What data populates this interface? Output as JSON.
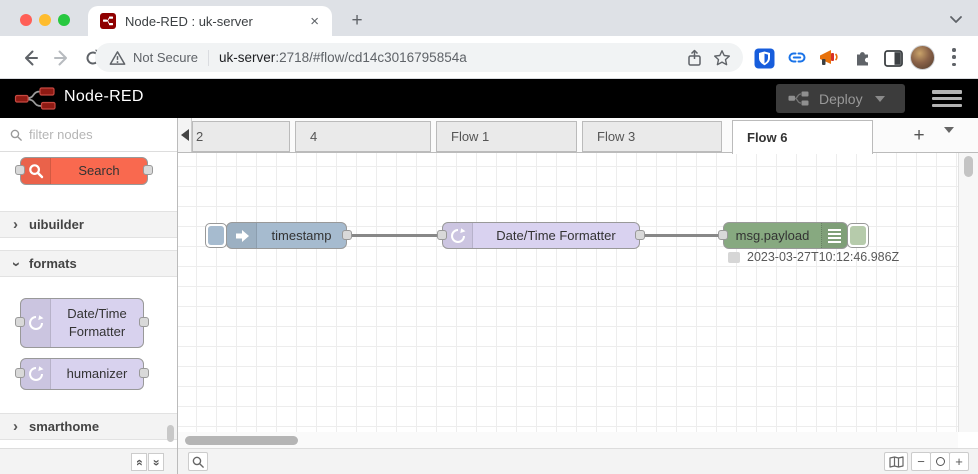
{
  "browser": {
    "tab_title": "Node-RED : uk-server",
    "security_label": "Not Secure",
    "url_host": "uk-server",
    "url_rest": ":2718/#flow/cd14c3016795854a"
  },
  "header": {
    "brand": "Node-RED",
    "deploy_label": "Deploy"
  },
  "palette": {
    "filter_placeholder": "filter nodes",
    "search_node_label": "Search",
    "categories": {
      "uibuilder": "uibuilder",
      "formats": "formats",
      "smarthome": "smarthome"
    },
    "nodes": {
      "datetime": "Date/Time Formatter",
      "humanizer": "humanizer"
    }
  },
  "workspace": {
    "tabs": [
      "2",
      "4",
      "Flow 1",
      "Flow 3",
      "Flow 6"
    ],
    "active_tab": "Flow 6"
  },
  "flow": {
    "inject_label": "timestamp",
    "formatter_label": "Date/Time Formatter",
    "debug_label": "msg.payload",
    "debug_status": "2023-03-27T10:12:46.986Z"
  },
  "icons": {
    "tab_close": "×",
    "new_tab": "+",
    "add_flow": "+",
    "chevron": "›",
    "double_chevron": "«",
    "zoom_out": "−",
    "zoom_in": "+"
  },
  "colors": {
    "inject_node": "#a6bbcf",
    "formatter_node": "#d9d2f0",
    "debug_node": "#87a980",
    "search_node": "#f9694f",
    "brand_red": "#8f0000",
    "header_bg": "#000000"
  }
}
